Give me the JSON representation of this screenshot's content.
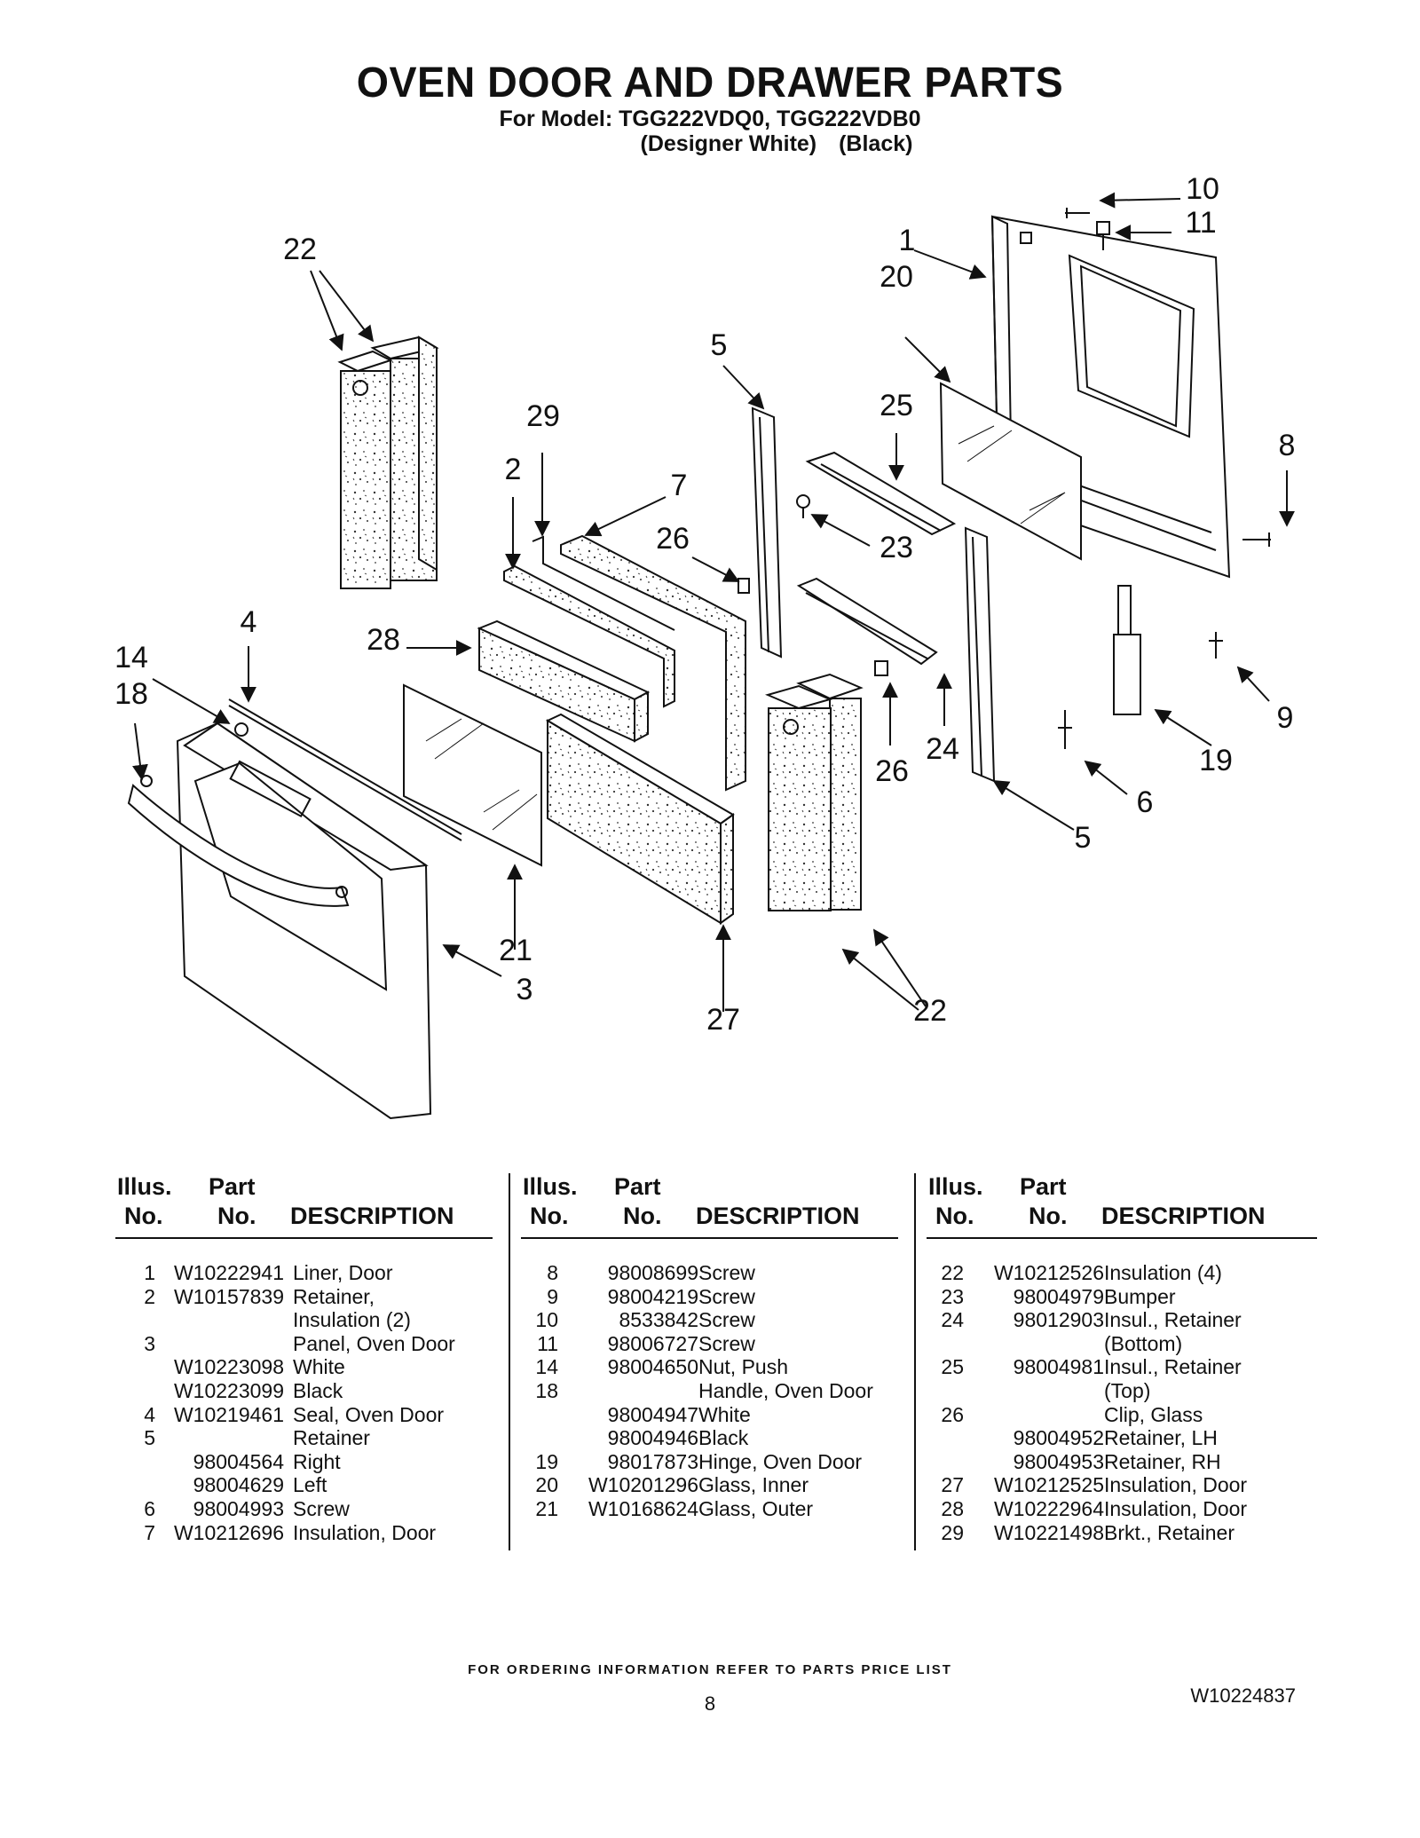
{
  "header": {
    "title": "OVEN DOOR AND DRAWER PARTS",
    "model_line": "For Model: TGG222VDQ0, TGG222VDB0",
    "variant_1": "(Designer White)",
    "variant_2": "(Black)"
  },
  "callouts": [
    "22",
    "1",
    "10",
    "11",
    "20",
    "5",
    "25",
    "8",
    "29",
    "2",
    "7",
    "26",
    "23",
    "4",
    "28",
    "14",
    "18",
    "9",
    "19",
    "24",
    "26",
    "6",
    "5",
    "21",
    "3",
    "27",
    "22"
  ],
  "columns": [
    {
      "head_illus": "Illus.",
      "head_part": "Part",
      "head_no1": "No.",
      "head_no2": "No.",
      "head_desc": "DESCRIPTION",
      "rows": [
        {
          "illus": "1",
          "part": "W10222941",
          "desc": "Liner, Door"
        },
        {
          "illus": "2",
          "part": "W10157839",
          "desc": "Retainer,"
        },
        {
          "illus": "",
          "part": "",
          "desc": "Insulation (2)"
        },
        {
          "illus": "3",
          "part": "",
          "desc": "Panel, Oven Door"
        },
        {
          "illus": "",
          "part": "W10223098",
          "desc": "White"
        },
        {
          "illus": "",
          "part": "W10223099",
          "desc": "Black"
        },
        {
          "illus": "4",
          "part": "W10219461",
          "desc": "Seal, Oven Door"
        },
        {
          "illus": "5",
          "part": "",
          "desc": "Retainer"
        },
        {
          "illus": "",
          "part": "98004564",
          "desc": "Right"
        },
        {
          "illus": "",
          "part": "98004629",
          "desc": "Left"
        },
        {
          "illus": "6",
          "part": "98004993",
          "desc": "Screw"
        },
        {
          "illus": "7",
          "part": "W10212696",
          "desc": "Insulation, Door"
        }
      ]
    },
    {
      "head_illus": "Illus.",
      "head_part": "Part",
      "head_no1": "No.",
      "head_no2": "No.",
      "head_desc": "DESCRIPTION",
      "rows": [
        {
          "illus": "8",
          "part": "98008699",
          "desc": "Screw"
        },
        {
          "illus": "9",
          "part": "98004219",
          "desc": "Screw"
        },
        {
          "illus": "10",
          "part": "8533842",
          "desc": "Screw"
        },
        {
          "illus": "11",
          "part": "98006727",
          "desc": "Screw"
        },
        {
          "illus": "14",
          "part": "98004650",
          "desc": "Nut, Push"
        },
        {
          "illus": "18",
          "part": "",
          "desc": "Handle, Oven Door"
        },
        {
          "illus": "",
          "part": "98004947",
          "desc": "White"
        },
        {
          "illus": "",
          "part": "98004946",
          "desc": "Black"
        },
        {
          "illus": "19",
          "part": "98017873",
          "desc": "Hinge, Oven Door"
        },
        {
          "illus": "20",
          "part": "W10201296",
          "desc": "Glass, Inner"
        },
        {
          "illus": "21",
          "part": "W10168624",
          "desc": "Glass, Outer"
        }
      ]
    },
    {
      "head_illus": "Illus.",
      "head_part": "Part",
      "head_no1": "No.",
      "head_no2": "No.",
      "head_desc": "DESCRIPTION",
      "rows": [
        {
          "illus": "22",
          "part": "W10212526",
          "desc": "Insulation (4)"
        },
        {
          "illus": "23",
          "part": "98004979",
          "desc": "Bumper"
        },
        {
          "illus": "24",
          "part": "98012903",
          "desc": "Insul., Retainer"
        },
        {
          "illus": "",
          "part": "",
          "desc": "(Bottom)"
        },
        {
          "illus": "25",
          "part": "98004981",
          "desc": "Insul., Retainer"
        },
        {
          "illus": "",
          "part": "",
          "desc": "(Top)"
        },
        {
          "illus": "26",
          "part": "",
          "desc": "Clip, Glass"
        },
        {
          "illus": "",
          "part": "98004952",
          "desc": "Retainer, LH"
        },
        {
          "illus": "",
          "part": "98004953",
          "desc": "Retainer, RH"
        },
        {
          "illus": "27",
          "part": "W10212525",
          "desc": "Insulation, Door"
        },
        {
          "illus": "28",
          "part": "W10222964",
          "desc": "Insulation, Door"
        },
        {
          "illus": "29",
          "part": "W10221498",
          "desc": "Brkt., Retainer"
        }
      ]
    }
  ],
  "footer": {
    "ordering_note": "FOR ORDERING INFORMATION REFER TO PARTS PRICE LIST",
    "page_number": "8",
    "doc_number": "W10224837"
  }
}
